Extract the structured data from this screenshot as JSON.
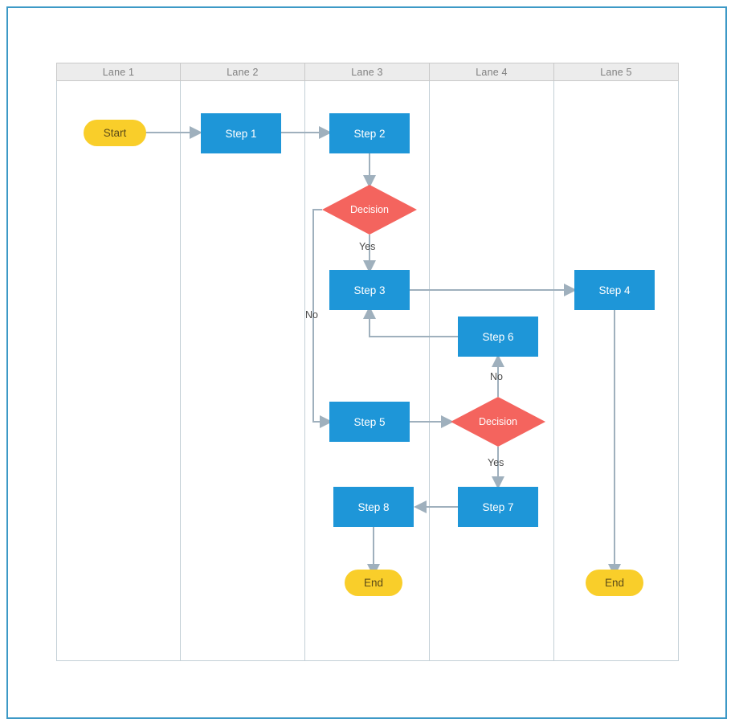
{
  "diagram": {
    "type": "swimlane-flowchart",
    "frame_color": "#3d99c6",
    "palette": {
      "process": "#1e96d8",
      "decision": "#f4645e",
      "terminator": "#f9ce2a",
      "connector": "#9fb0bd",
      "lane_header_bg": "#ececec",
      "lane_header_text": "#808080",
      "lane_border": "#c3cfd6"
    },
    "lanes": [
      {
        "id": "lane1",
        "label": "Lane 1"
      },
      {
        "id": "lane2",
        "label": "Lane 2"
      },
      {
        "id": "lane3",
        "label": "Lane 3"
      },
      {
        "id": "lane4",
        "label": "Lane 4"
      },
      {
        "id": "lane5",
        "label": "Lane 5"
      }
    ],
    "nodes": [
      {
        "id": "start",
        "label": "Start",
        "shape": "terminator",
        "lane": "lane1"
      },
      {
        "id": "step1",
        "label": "Step 1",
        "shape": "process",
        "lane": "lane2"
      },
      {
        "id": "step2",
        "label": "Step 2",
        "shape": "process",
        "lane": "lane3"
      },
      {
        "id": "decision1",
        "label": "Decision",
        "shape": "decision",
        "lane": "lane3"
      },
      {
        "id": "step3",
        "label": "Step 3",
        "shape": "process",
        "lane": "lane3"
      },
      {
        "id": "step4",
        "label": "Step 4",
        "shape": "process",
        "lane": "lane5"
      },
      {
        "id": "step6",
        "label": "Step 6",
        "shape": "process",
        "lane": "lane4"
      },
      {
        "id": "step5",
        "label": "Step 5",
        "shape": "process",
        "lane": "lane3"
      },
      {
        "id": "decision2",
        "label": "Decision",
        "shape": "decision",
        "lane": "lane4"
      },
      {
        "id": "step7",
        "label": "Step 7",
        "shape": "process",
        "lane": "lane4"
      },
      {
        "id": "step8",
        "label": "Step 8",
        "shape": "process",
        "lane": "lane3"
      },
      {
        "id": "end1",
        "label": "End",
        "shape": "terminator",
        "lane": "lane3"
      },
      {
        "id": "end2",
        "label": "End",
        "shape": "terminator",
        "lane": "lane5"
      }
    ],
    "edge_labels": {
      "decision1_yes": "Yes",
      "decision1_no": "No",
      "decision2_no": "No",
      "decision2_yes": "Yes"
    },
    "edges": [
      {
        "from": "start",
        "to": "step1",
        "label": ""
      },
      {
        "from": "step1",
        "to": "step2",
        "label": ""
      },
      {
        "from": "step2",
        "to": "decision1",
        "label": ""
      },
      {
        "from": "decision1",
        "to": "step3",
        "label": "Yes"
      },
      {
        "from": "decision1",
        "to": "step5",
        "label": "No"
      },
      {
        "from": "step3",
        "to": "step4",
        "label": ""
      },
      {
        "from": "step6",
        "to": "step3",
        "label": ""
      },
      {
        "from": "step4",
        "to": "end2",
        "label": ""
      },
      {
        "from": "step5",
        "to": "decision2",
        "label": ""
      },
      {
        "from": "decision2",
        "to": "step6",
        "label": "No"
      },
      {
        "from": "decision2",
        "to": "step7",
        "label": "Yes"
      },
      {
        "from": "step7",
        "to": "step8",
        "label": ""
      },
      {
        "from": "step8",
        "to": "end1",
        "label": ""
      }
    ]
  }
}
